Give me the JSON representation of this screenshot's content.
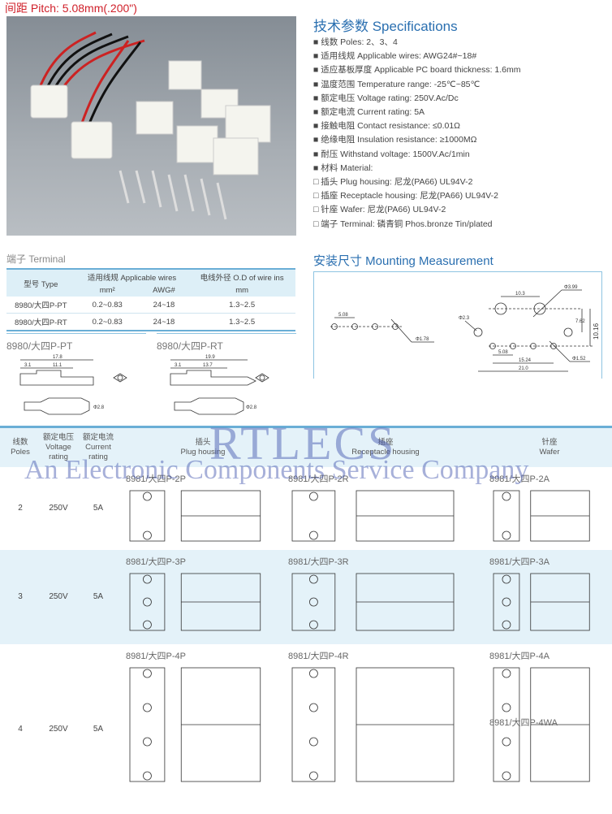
{
  "header": {
    "pitch": "间距 Pitch: 5.08mm(.200\")"
  },
  "specifications": {
    "title": "技术参数 Specifications",
    "items": [
      "■ 线数 Poles: 2、3、4",
      "■ 适用线规 Applicable wires: AWG24#~18#",
      "■ 适应基板厚度 Applicable PC board thickness: 1.6mm",
      "■ 温度范围 Temperature range: -25℃~85℃",
      "■ 额定电压 Voltage rating: 250V.Ac/Dc",
      "■ 额定电流 Current rating: 5A",
      "■ 接触电阻 Contact resistance: ≤0.01Ω",
      "■ 绝缘电阻 Insulation resistance: ≥1000MΩ",
      "■ 耐压 Withstand voltage: 1500V.Ac/1min",
      "■ 材料 Material:",
      "□ 插头 Plug housing: 尼龙(PA66) UL94V-2",
      "□ 插座 Receptacle housing: 尼龙(PA66) UL94V-2",
      "□ 针座 Wafer: 尼龙(PA66) UL94V-2",
      "□ 端子 Terminal: 磷青铜 Phos.bronze Tin/plated"
    ]
  },
  "terminal": {
    "title": "端子 Terminal",
    "headers": {
      "type": "型号 Type",
      "wires": "适用线规 Applicable wires",
      "od": "电线外径 O.D of wire ins",
      "mm2": "mm²",
      "awg": "AWG#",
      "mm": "mm"
    },
    "rows": [
      {
        "type": "8980/大四P-PT",
        "mm2": "0.2~0.83",
        "awg": "24~18",
        "od": "1.3~2.5"
      },
      {
        "type": "8980/大四P-RT",
        "mm2": "0.2~0.83",
        "awg": "24~18",
        "od": "1.3~2.5"
      }
    ],
    "drawings": [
      {
        "label": "8980/大四P-PT",
        "dims": [
          "17.8",
          "3.1",
          "11.1",
          "Φ2.8"
        ]
      },
      {
        "label": "8980/大四P-RT",
        "dims": [
          "19.9",
          "3.1",
          "13.7",
          "Φ2.8"
        ]
      }
    ]
  },
  "mounting": {
    "title": "安装尺寸 Mounting Measurement",
    "dims": {
      "pitch": "5.08",
      "hole": "Φ1.78",
      "d399": "Φ3.99",
      "d103": "10.3",
      "d23": "Φ2.3",
      "d762": "7.62",
      "d1016": "10.16",
      "d508": "5.08",
      "d1524": "15.24",
      "d21": "21.0",
      "d152": "Φ1.52"
    }
  },
  "watermark": {
    "brand": "RTLECS",
    "tagline": "An Electronic Components Service Company"
  },
  "products": {
    "headers": {
      "poles": "线数\nPoles",
      "voltage": "额定电压\nVoltage\nrating",
      "current": "额定电流\nCurrent\nrating",
      "plug": "插头\nPlug housing",
      "receptacle": "插座\nReceptacle housing",
      "wafer": "针座\nWafer"
    },
    "rows": [
      {
        "poles": "2",
        "voltage": "250V",
        "current": "5A",
        "plug": "8981/大四P-2P",
        "receptacle": "8981/大四P-2R",
        "wafer": "8981/大四P-2A"
      },
      {
        "poles": "3",
        "voltage": "250V",
        "current": "5A",
        "plug": "8981/大四P-3P",
        "receptacle": "8981/大四P-3R",
        "wafer": "8981/大四P-3A"
      },
      {
        "poles": "4",
        "voltage": "250V",
        "current": "5A",
        "plug": "8981/大四P-4P",
        "receptacle": "8981/大四P-4R",
        "wafer": "8981/大四P-4A",
        "wafer2": "8981/大四P-4WA"
      }
    ]
  },
  "colors": {
    "accent": "#2a6fb0",
    "pitch": "#d0202a",
    "row_band": "#e4f2f9"
  }
}
